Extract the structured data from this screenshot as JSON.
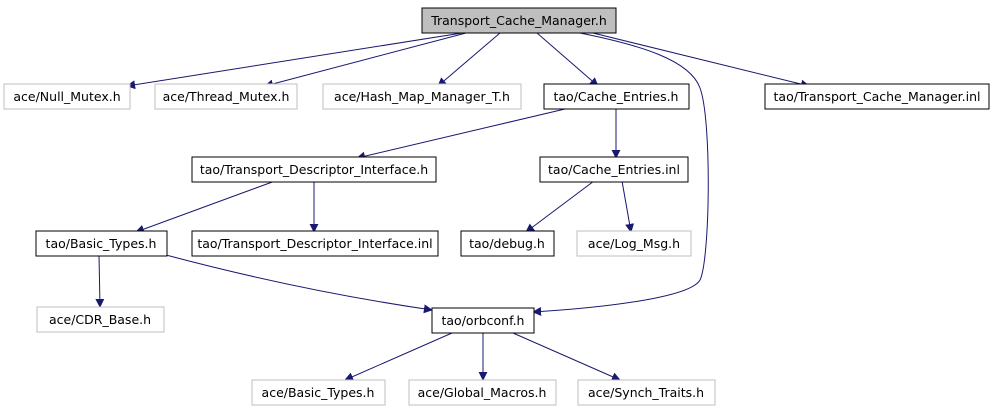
{
  "colors": {
    "edge": "#191970",
    "root_fill": "#bfbfbf",
    "local_border": "#000000",
    "external_border": "#bfbfbf"
  },
  "nodes": {
    "root": "Transport_Cache_Manager.h",
    "null_mutex": "ace/Null_Mutex.h",
    "thread_mutex": "ace/Thread_Mutex.h",
    "hash_map": "ace/Hash_Map_Manager_T.h",
    "cache_entries_h": "tao/Cache_Entries.h",
    "tcm_inl": "tao/Transport_Cache_Manager.inl",
    "tdi_h": "tao/Transport_Descriptor_Interface.h",
    "cache_entries_inl": "tao/Cache_Entries.inl",
    "basic_types_tao": "tao/Basic_Types.h",
    "tdi_inl": "tao/Transport_Descriptor_Interface.inl",
    "debug": "tao/debug.h",
    "log_msg": "ace/Log_Msg.h",
    "cdr_base": "ace/CDR_Base.h",
    "orbconf": "tao/orbconf.h",
    "basic_types_ace": "ace/Basic_Types.h",
    "global_macros": "ace/Global_Macros.h",
    "synch_traits": "ace/Synch_Traits.h"
  }
}
